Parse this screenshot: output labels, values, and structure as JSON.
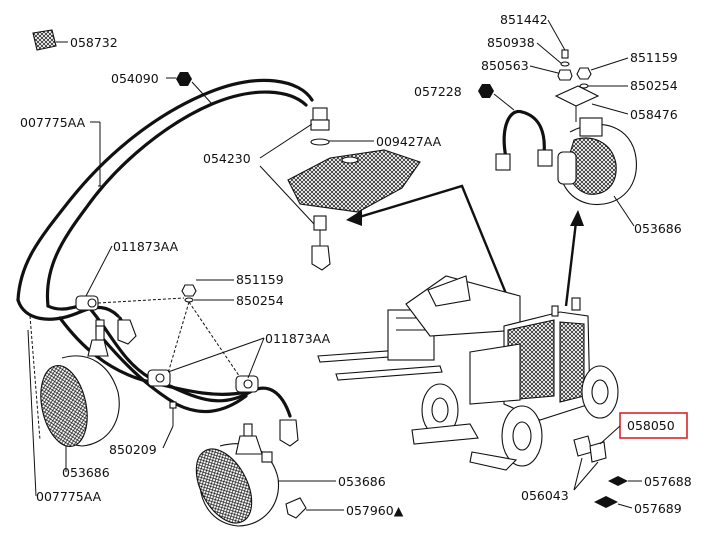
{
  "labels": {
    "l058732": "058732",
    "l054090": "054090",
    "l007775AA_top": "007775AA",
    "l054230": "054230",
    "l009427AA": "009427AA",
    "l011873AA_a": "011873AA",
    "l851159_mid": "851159",
    "l850254_mid": "850254",
    "l011873AA_b": "011873AA",
    "l850209": "850209",
    "l053686_left": "053686",
    "l007775AA_bottom": "007775AA",
    "l053686_mid": "053686",
    "l057960": "057960▲",
    "l851442": "851442",
    "l850938": "850938",
    "l850563": "850563",
    "l057228": "057228",
    "l851159_top": "851159",
    "l850254_top": "850254",
    "l058476": "058476",
    "l053686_right": "053686",
    "l058050": "058050",
    "l056043": "056043",
    "l057688": "057688",
    "l057689": "057689"
  },
  "highlight_color": "#d9262c"
}
